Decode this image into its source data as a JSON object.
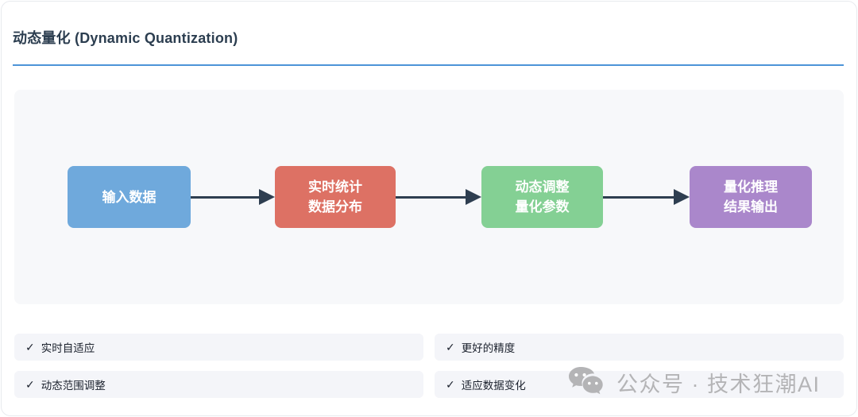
{
  "title": "动态量化 (Dynamic Quantization)",
  "colors": {
    "title": "#2c3e50",
    "accent_underline": "#4d94d8",
    "arrow": "#2e3e50",
    "panel_bg": "#f7f8fa",
    "feature_bg": "#f4f5f9",
    "watermark": "#b4b4b6"
  },
  "flow": {
    "nodes": [
      {
        "line1": "输入数据",
        "line2": "",
        "color": "#6fa9dc"
      },
      {
        "line1": "实时统计",
        "line2": "数据分布",
        "color": "#dd7164"
      },
      {
        "line1": "动态调整",
        "line2": "量化参数",
        "color": "#84d094"
      },
      {
        "line1": "量化推理",
        "line2": "结果输出",
        "color": "#aa87cb"
      }
    ]
  },
  "features": [
    {
      "check": "✓",
      "label": "实时自适应"
    },
    {
      "check": "✓",
      "label": "动态范围调整"
    },
    {
      "check": "✓",
      "label": "更好的精度"
    },
    {
      "check": "✓",
      "label": "适应数据变化"
    }
  ],
  "watermark": {
    "icon": "wechat-icon",
    "text": "公众号 · 技术狂潮AI"
  }
}
